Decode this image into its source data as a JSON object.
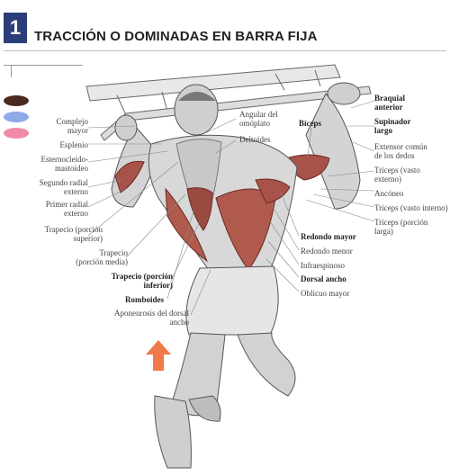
{
  "header": {
    "number": "1",
    "title": "TRACCIÓN O DOMINADAS EN BARRA FIJA"
  },
  "legend": {
    "colors": [
      "#4a2a1e",
      "#8fa8e8",
      "#f08aa8"
    ]
  },
  "labels_left": [
    "Complejo mayor",
    "Esplenio",
    "Esternocleido-mastoideo",
    "Segundo radial externo",
    "Primer radial externo",
    "Trapecio (porción superior)",
    "Trapecio (porción media)",
    "Trapecio (porción inferior)",
    "Romboides",
    "Aponeurosis del dorsal ancho"
  ],
  "labels_center": {
    "angular": "Angular del omóplato",
    "deltoides": "Deltoides",
    "biceps": "Bíceps"
  },
  "labels_right": [
    "Braquial anterior",
    "Supinador largo",
    "Extensor común de los dedos",
    "Tríceps (vasto externo)",
    "Ancóneo",
    "Tríceps (vasto interno)",
    "Tríceps (porción larga)",
    "Redondo mayor",
    "Redondo menor",
    "Infraespinoso",
    "Dorsal ancho",
    "Oblicuo mayor"
  ]
}
